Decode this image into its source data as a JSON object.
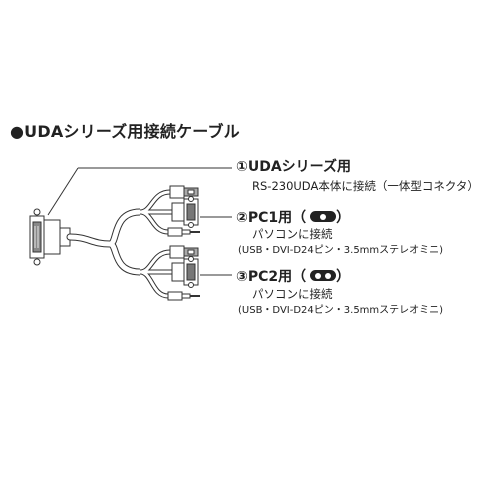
{
  "title": "●UDAシリーズ用接続ケーブル",
  "items": [
    {
      "label": "①UDAシリーズ用",
      "desc": "RS-230UDA本体に接続（一体型コネクタ）"
    },
    {
      "label": "②PC1用",
      "badge_dots": 1,
      "desc": "パソコンに接続",
      "detail": "(USB・DVI-D24ピン・3.5mmステレオミニ)"
    },
    {
      "label": "③PC2用",
      "badge_dots": 2,
      "desc": "パソコンに接続",
      "detail": "(USB・DVI-D24ピン・3.5mmステレオミニ)"
    }
  ],
  "colors": {
    "line": "#333333",
    "cable": "#ffffff",
    "badge": "#222222"
  }
}
